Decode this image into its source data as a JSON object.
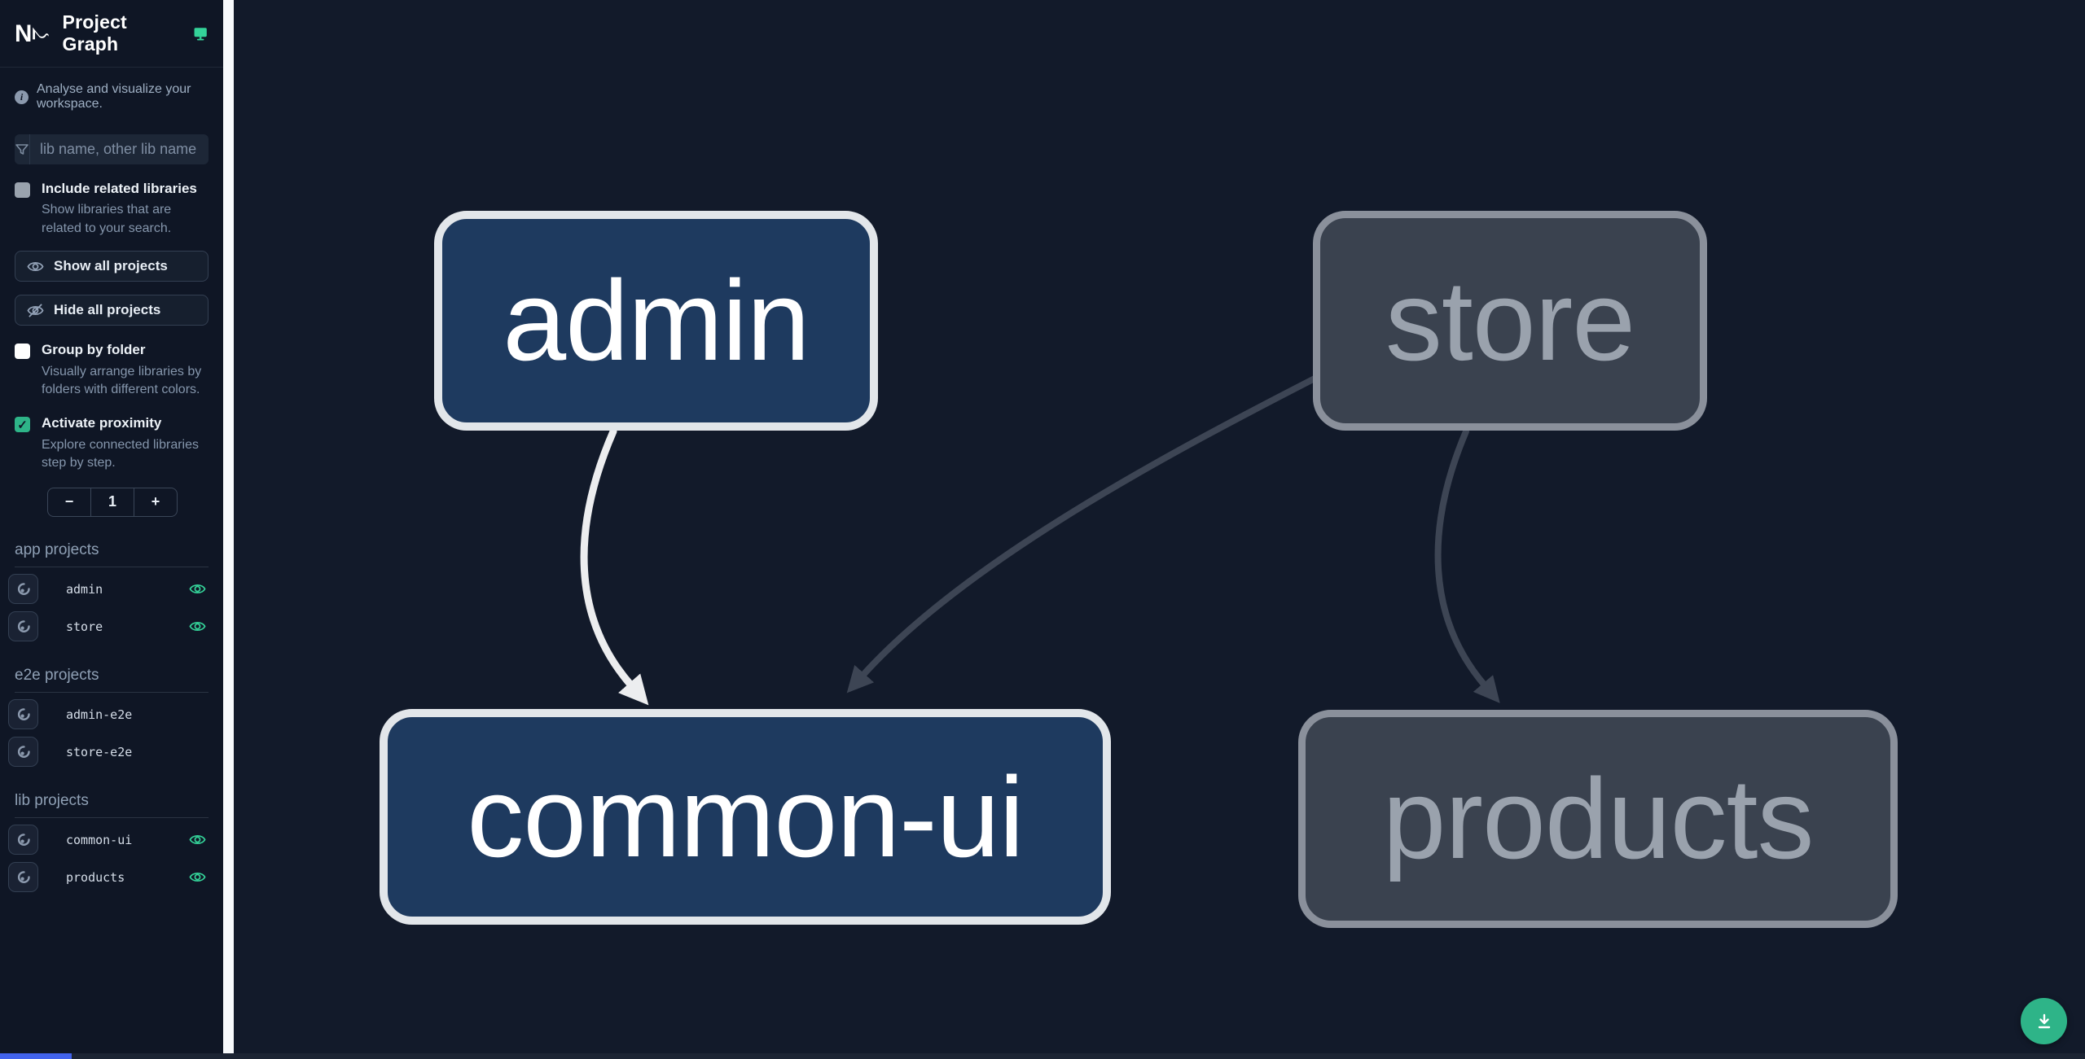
{
  "header": {
    "title": "Project Graph"
  },
  "sidebar": {
    "tagline": "Analyse and visualize your workspace.",
    "filter": {
      "placeholder": "lib name, other lib name"
    },
    "include_related": {
      "label": "Include related libraries",
      "description": "Show libraries that are related to your search.",
      "checked": false
    },
    "show_all_label": "Show all projects",
    "hide_all_label": "Hide all projects",
    "group_by_folder": {
      "label": "Group by folder",
      "description": "Visually arrange libraries by folders with different colors.",
      "checked": false
    },
    "activate_proximity": {
      "label": "Activate proximity",
      "description": "Explore connected libraries step by step.",
      "checked": true,
      "checkmark": "✓"
    },
    "proximity": {
      "decrement": "−",
      "value": "1",
      "increment": "+"
    },
    "sections": [
      {
        "title": "app projects",
        "items": [
          {
            "name": "admin",
            "eye": true
          },
          {
            "name": "store",
            "eye": true
          }
        ]
      },
      {
        "title": "e2e projects",
        "items": [
          {
            "name": "admin-e2e",
            "eye": false
          },
          {
            "name": "store-e2e",
            "eye": false
          }
        ]
      },
      {
        "title": "lib projects",
        "items": [
          {
            "name": "common-ui",
            "eye": true
          },
          {
            "name": "products",
            "eye": true
          }
        ]
      }
    ]
  },
  "graph": {
    "nodes": [
      {
        "id": "admin",
        "label": "admin",
        "state": "focused"
      },
      {
        "id": "store",
        "label": "store",
        "state": "dimmed"
      },
      {
        "id": "common-ui",
        "label": "common-ui",
        "state": "focused"
      },
      {
        "id": "products",
        "label": "products",
        "state": "dimmed"
      }
    ],
    "edges": [
      {
        "source": "admin",
        "target": "common-ui",
        "state": "highlighted"
      },
      {
        "source": "store",
        "target": "common-ui",
        "state": "dimmed"
      },
      {
        "source": "store",
        "target": "products",
        "state": "dimmed"
      }
    ]
  },
  "colors": {
    "accent_teal": "#34d399",
    "checkbox_green": "#2eb488",
    "node_focused_fill": "#1e3a5f",
    "node_focused_border": "#e2e6ea",
    "node_dimmed_fill": "#3a424f",
    "node_dimmed_border": "#8a909b",
    "edge_highlight": "#ecedef",
    "edge_dimmed": "#3d4554",
    "download_fab": "#2eb488",
    "scroll_thumb": "#4263eb"
  }
}
